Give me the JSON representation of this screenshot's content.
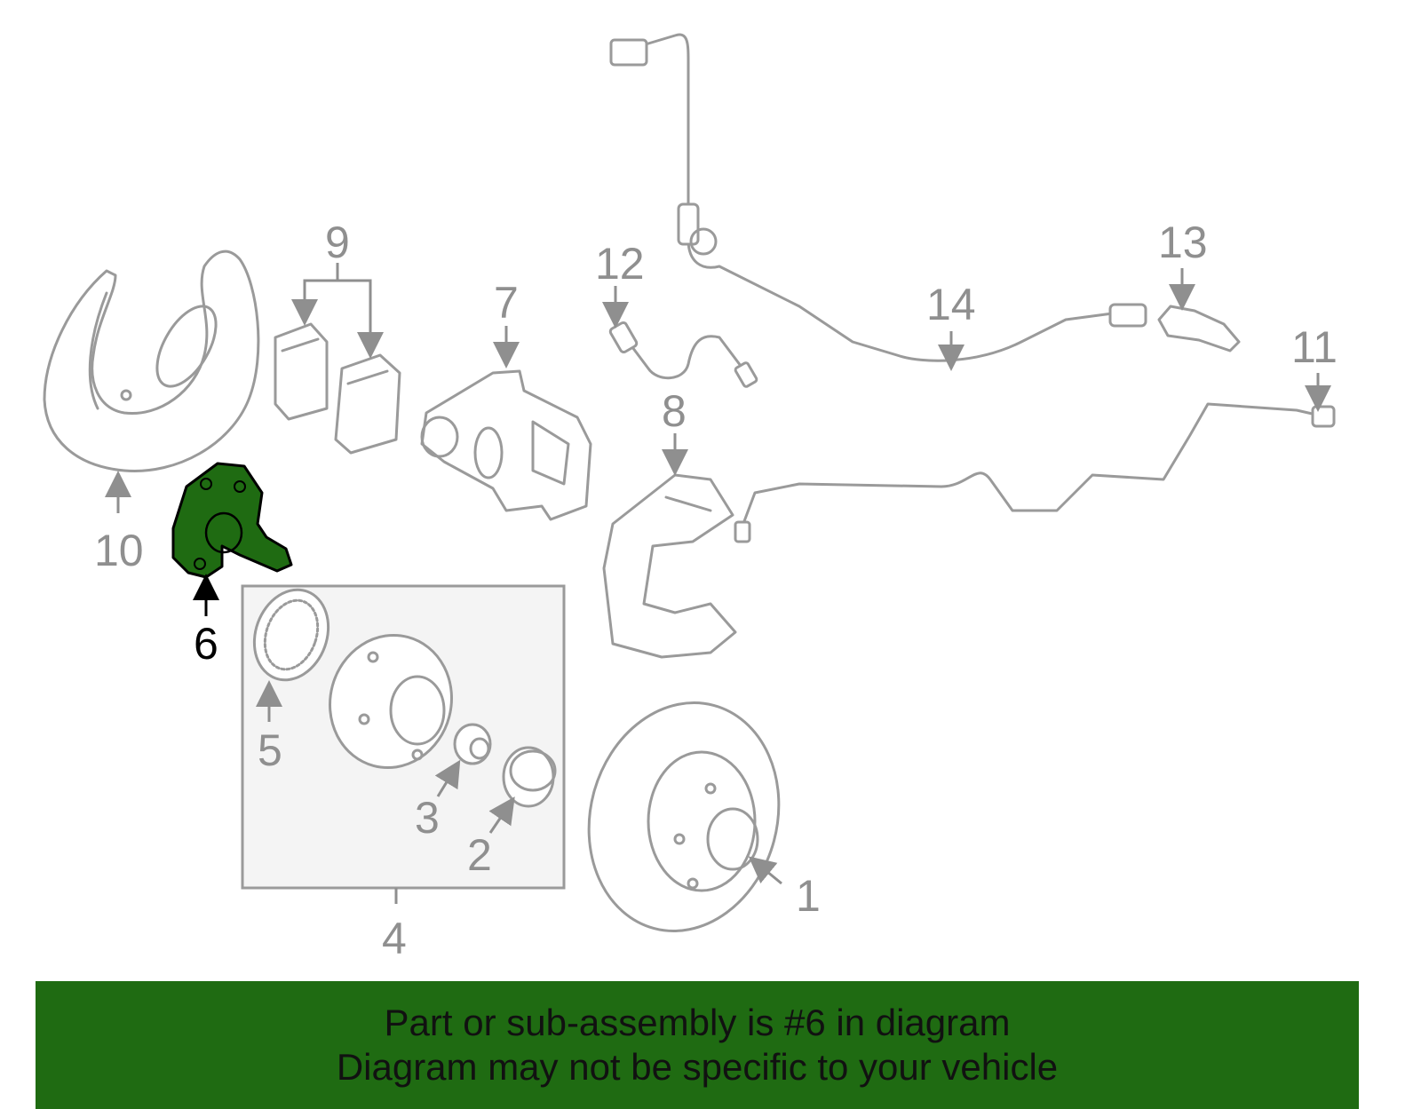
{
  "colors": {
    "highlight": "#1f6b12",
    "banner": "#1f6b12",
    "parts": "#9a9a9a",
    "group_box": "#f4f4f4"
  },
  "callouts": [
    {
      "id": "1",
      "label": "1"
    },
    {
      "id": "2",
      "label": "2"
    },
    {
      "id": "3",
      "label": "3"
    },
    {
      "id": "4",
      "label": "4"
    },
    {
      "id": "5",
      "label": "5"
    },
    {
      "id": "6",
      "label": "6",
      "highlighted": true
    },
    {
      "id": "7",
      "label": "7"
    },
    {
      "id": "8",
      "label": "8"
    },
    {
      "id": "9",
      "label": "9"
    },
    {
      "id": "10",
      "label": "10"
    },
    {
      "id": "11",
      "label": "11"
    },
    {
      "id": "12",
      "label": "12"
    },
    {
      "id": "13",
      "label": "13"
    },
    {
      "id": "14",
      "label": "14"
    }
  ],
  "banner": {
    "line1": "Part or sub-assembly is #6 in diagram",
    "line2": "Diagram may not be specific to your vehicle"
  }
}
